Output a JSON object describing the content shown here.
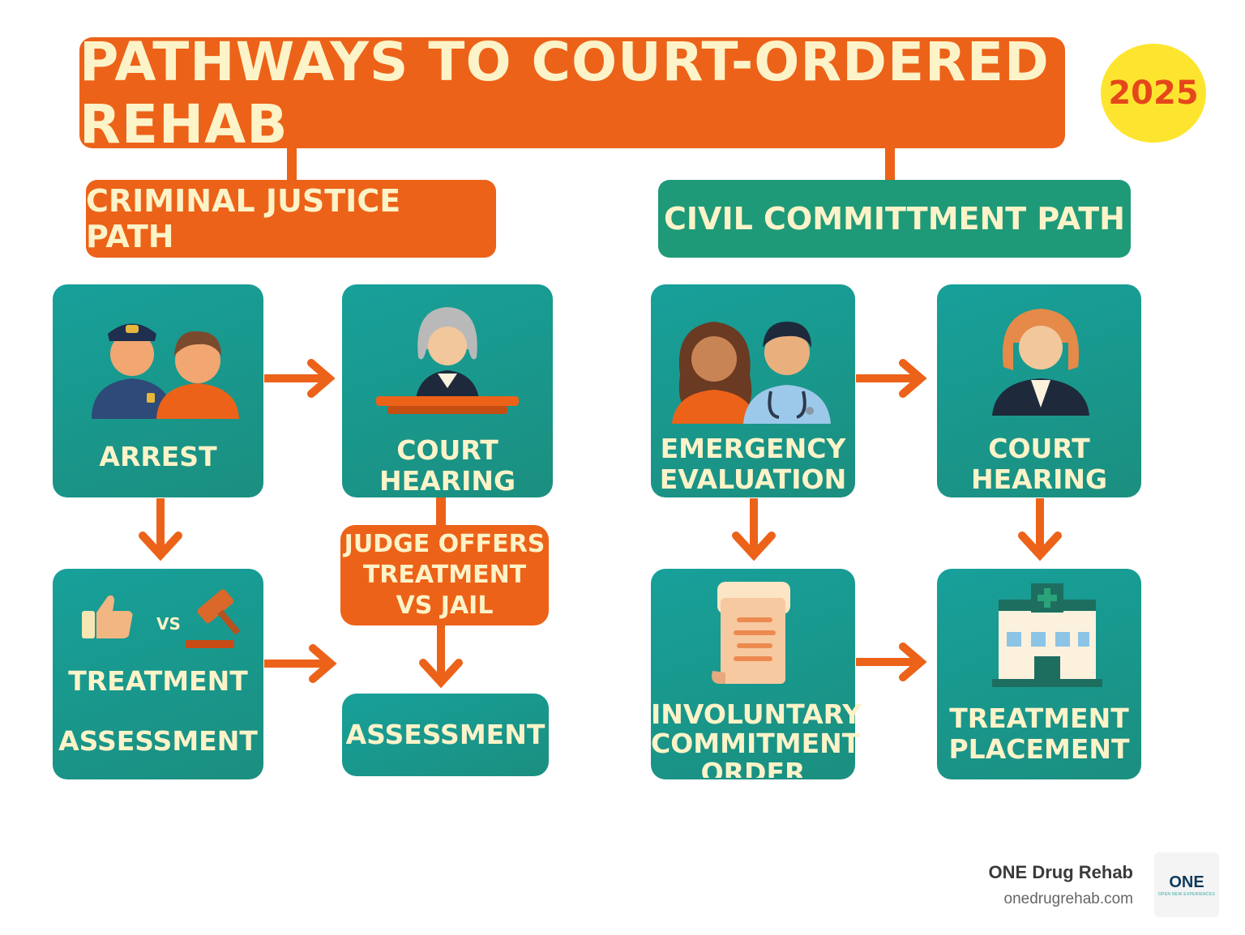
{
  "title": "PATHWAYS TO COURT-ORDERED REHAB",
  "year": "2025",
  "criminal": {
    "heading": "CRIMINAL JUSTICE PATH",
    "arrest": "ARREST",
    "court_hearing": [
      "COURT",
      "HEARING"
    ],
    "vs": "VS",
    "treatment_assessment": [
      "TREATMENT",
      "ASSESSMENT"
    ],
    "judge_offers": [
      "JUDGE OFFERS",
      "TREATMENT",
      "VS JAIL"
    ],
    "assessment": "ASSESSMENT"
  },
  "civil": {
    "heading": "CIVIL COMMITTMENT PATH",
    "emergency_evaluation": [
      "EMERGENCY",
      "EVALUATION"
    ],
    "court_hearing": [
      "COURT",
      "HEARING"
    ],
    "involuntary_order": [
      "INVOLUNTARY",
      "COMMITMENT",
      "ORDER"
    ],
    "treatment_placement": [
      "TREATMENT",
      "PLACEMENT"
    ]
  },
  "brand": {
    "name": "ONE Drug Rehab",
    "url": "onedrugrehab.com",
    "logo_text": "ONE",
    "logo_tagline": "OPEN NEW EXPERIENCES"
  },
  "colors": {
    "orange": "#ec6219",
    "teal": "#17a09a",
    "green": "#1f9a78",
    "cream": "#fdf3c8",
    "yellow": "#fde52f"
  },
  "icons": [
    "police-officer-icon",
    "person-icon",
    "judge-icon",
    "thumbs-up-icon",
    "gavel-icon",
    "patient-icon",
    "doctor-icon",
    "lawyer-icon",
    "document-icon",
    "hospital-icon"
  ]
}
